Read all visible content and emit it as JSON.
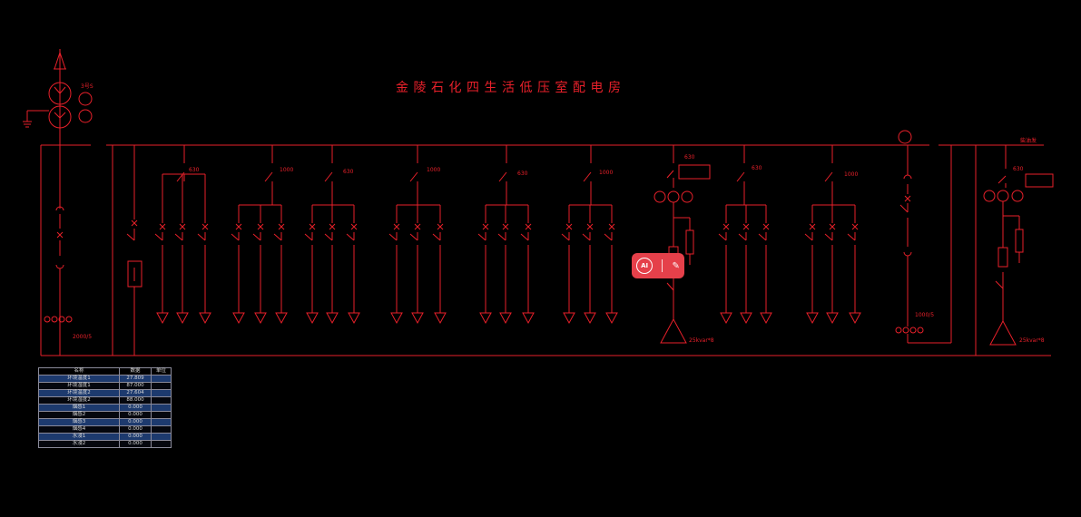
{
  "title": "金陵石化四生活低压室配电房",
  "labels": {
    "transformer_id": "3号S",
    "ct_ratio": "2000/5",
    "ct_ratio2": "1000/5",
    "generator_text": "柴油发",
    "cap_bank_left": "25kvar*8",
    "cap_bank_right": "25kvar*8",
    "feeder_ratings": [
      "630",
      "1000",
      "630",
      "1000",
      "630",
      "1000",
      "630",
      "630",
      "1000",
      "630"
    ]
  },
  "table": {
    "headers": [
      "名称",
      "数据",
      "单位"
    ],
    "rows": [
      {
        "name": "环境温度1",
        "value": "27.809",
        "unit": ""
      },
      {
        "name": "环境湿度1",
        "value": "87.000",
        "unit": ""
      },
      {
        "name": "环境温度2",
        "value": "27.604",
        "unit": ""
      },
      {
        "name": "环境湿度2",
        "value": "88.000",
        "unit": ""
      },
      {
        "name": "烟感1",
        "value": "0.000",
        "unit": ""
      },
      {
        "name": "烟感2",
        "value": "0.000",
        "unit": ""
      },
      {
        "name": "烟感3",
        "value": "0.000",
        "unit": ""
      },
      {
        "name": "烟感4",
        "value": "0.000",
        "unit": ""
      },
      {
        "name": "水浸1",
        "value": "0.000",
        "unit": ""
      },
      {
        "name": "水浸2",
        "value": "0.000",
        "unit": ""
      }
    ]
  },
  "ai_badge": {
    "text": "AI"
  },
  "colors": {
    "line": "#e8202a",
    "background": "#000000",
    "highlight_row": "#1d3a6e"
  }
}
